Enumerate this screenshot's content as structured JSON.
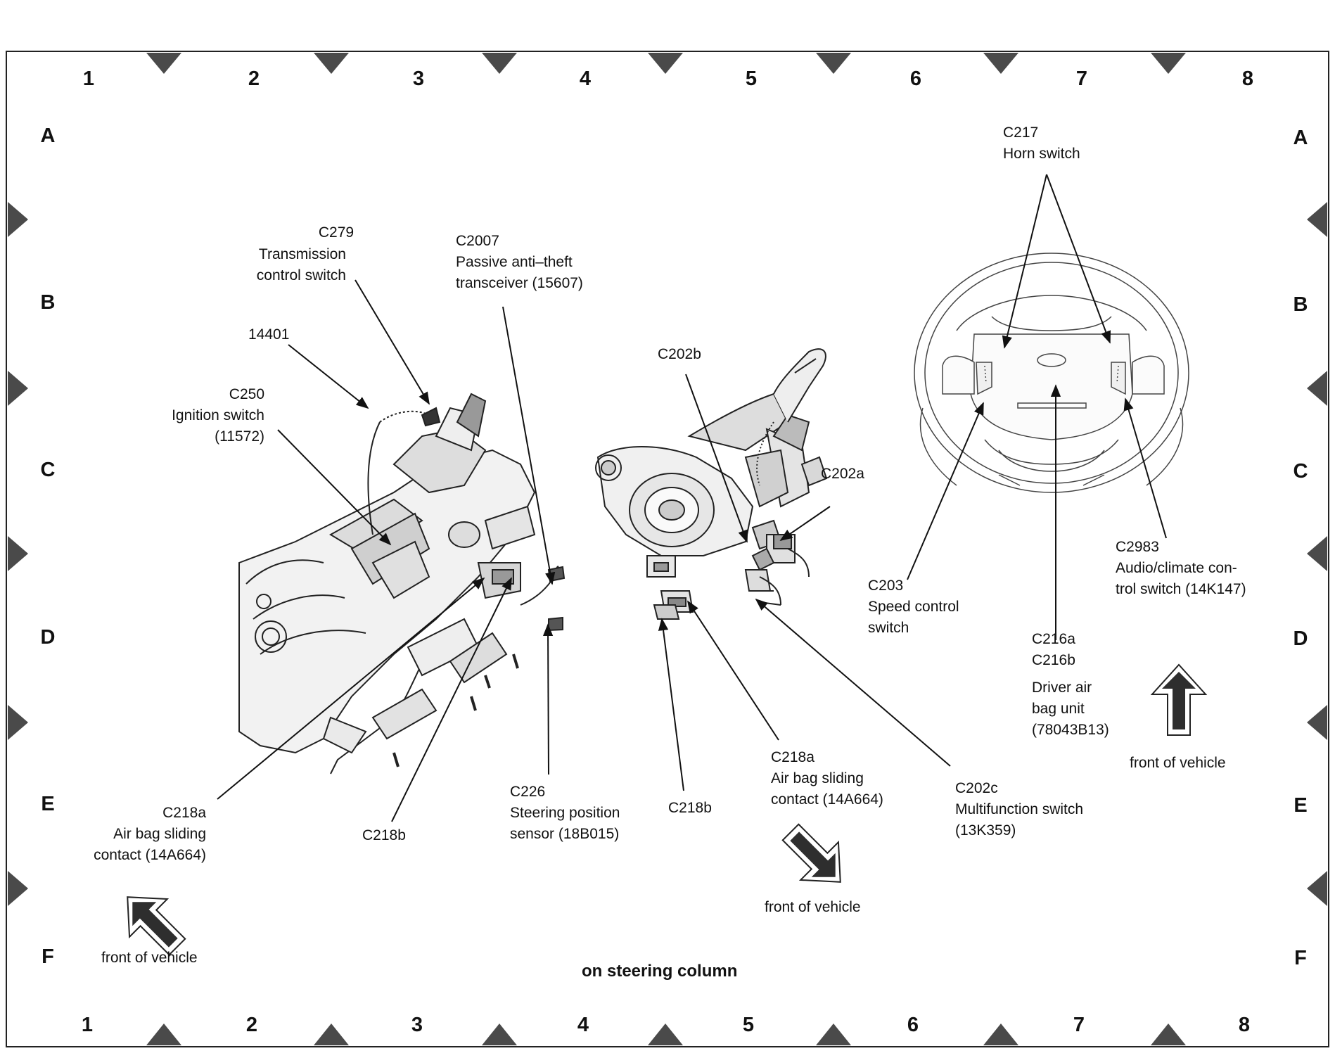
{
  "grid": {
    "columns": [
      "1",
      "2",
      "3",
      "4",
      "5",
      "6",
      "7",
      "8"
    ],
    "rows": [
      "A",
      "B",
      "C",
      "D",
      "E",
      "F"
    ]
  },
  "caption": "on steering column",
  "callouts": {
    "c279": [
      "C279",
      "Transmission",
      "control switch"
    ],
    "c2007": [
      "C2007",
      "Passive anti–theft",
      "transceiver (15607)"
    ],
    "n14401": [
      "14401"
    ],
    "c250": [
      "C250",
      "Ignition switch",
      "(11572)"
    ],
    "c202b": [
      "C202b"
    ],
    "c202a": [
      "C202a"
    ],
    "c217": [
      "C217",
      "Horn switch"
    ],
    "c2983": [
      "C2983",
      "Audio/climate con-",
      "trol switch (14K147)"
    ],
    "c203": [
      "C203",
      "Speed control",
      "switch"
    ],
    "c216": [
      "C216a",
      "C216b"
    ],
    "driver_airbag": [
      "Driver air",
      "bag unit",
      "(78043B13)"
    ],
    "c226": [
      "C226",
      "Steering position",
      "sensor (18B015)"
    ],
    "c218a_left": [
      "C218a",
      "Air bag sliding",
      "contact (14A664)"
    ],
    "c218b_left": [
      "C218b"
    ],
    "c218b_mid": [
      "C218b"
    ],
    "c218a_mid": [
      "C218a",
      "Air bag sliding",
      "contact (14A664)"
    ],
    "c202c": [
      "C202c",
      "Multifunction switch",
      "(13K359)"
    ]
  },
  "front_labels": [
    "front of vehicle",
    "front of vehicle",
    "front of vehicle"
  ]
}
